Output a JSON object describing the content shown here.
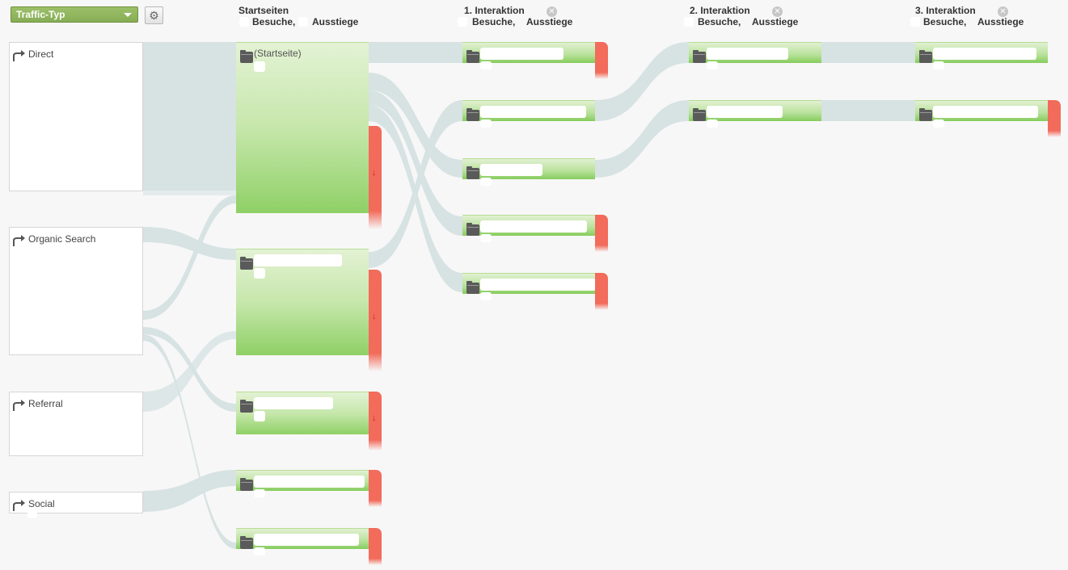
{
  "toolbar": {
    "dimension_label": "Traffic-Typ",
    "settings_icon": "gear-icon"
  },
  "columns": [
    {
      "title": "Startseiten",
      "sub_visits": "Besuche,",
      "sub_exits": "Ausstiege",
      "closable": false
    },
    {
      "title": "1. Interaktion",
      "sub_visits": "Besuche,",
      "sub_exits": "Ausstiege",
      "closable": true
    },
    {
      "title": "2. Interaktion",
      "sub_visits": "Besuche,",
      "sub_exits": "Ausstiege",
      "closable": true
    },
    {
      "title": "3. Interaktion",
      "sub_visits": "Besuche,",
      "sub_exits": "Ausstiege",
      "closable": true
    }
  ],
  "sources": [
    {
      "label": "Direct"
    },
    {
      "label": "Organic Search"
    },
    {
      "label": "Referral"
    },
    {
      "label": "Social"
    }
  ],
  "start_pages": [
    {
      "label": "(Startseite)"
    },
    {
      "label": ""
    },
    {
      "label": ""
    },
    {
      "label": ""
    },
    {
      "label": ""
    }
  ],
  "colors": {
    "node_green": "#8fd066",
    "dropoff_red": "#f26b5b",
    "flow_connection": "#d7e2e2"
  }
}
